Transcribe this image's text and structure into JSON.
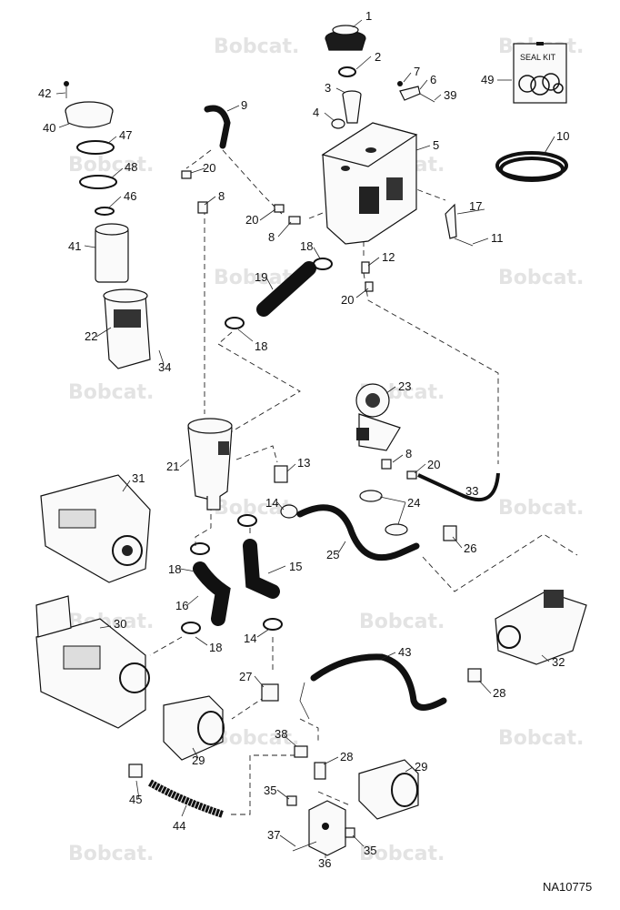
{
  "watermark": {
    "text": "Bobcat."
  },
  "diagram_code": "NA10775",
  "seal_kit": {
    "label": "SEAL KIT",
    "callout": "49"
  },
  "callouts": [
    "1",
    "2",
    "3",
    "4",
    "5",
    "6",
    "7",
    "8",
    "9",
    "10",
    "11",
    "12",
    "13",
    "14",
    "15",
    "16",
    "17",
    "18",
    "19",
    "20",
    "21",
    "22",
    "23",
    "24",
    "25",
    "26",
    "27",
    "28",
    "29",
    "30",
    "31",
    "32",
    "33",
    "34",
    "35",
    "36",
    "37",
    "38",
    "39",
    "40",
    "41",
    "42",
    "43",
    "44",
    "45",
    "46",
    "47",
    "48",
    "49"
  ],
  "colors": {
    "line": "#111111",
    "watermark": "#e3e3e3",
    "background": "#ffffff"
  }
}
